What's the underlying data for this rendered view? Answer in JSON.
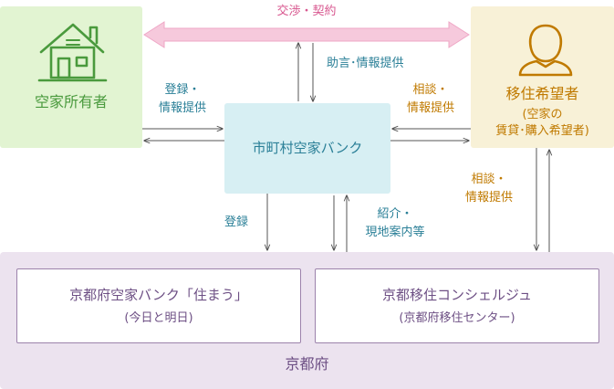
{
  "colors": {
    "owner_text": "#4a9a3d",
    "mover_text": "#c07a00",
    "bank_text": "#2a7f97",
    "kyoto_text": "#6d4f84",
    "negotiation_arrow": "#f6c9dc",
    "negotiation_text": "#d8578f",
    "line": "#555555"
  },
  "nodes": {
    "owner": {
      "label": "空家所有者",
      "icon": "house-icon"
    },
    "mover": {
      "label": "移住希望者",
      "sub1": "(空家の",
      "sub2": "賃貸･購入希望者)",
      "icon": "person-icon"
    },
    "bank": {
      "label": "市町村空家バンク"
    },
    "kyoto": {
      "label": "京都府"
    },
    "sumau": {
      "label": "京都府空家バンク「住まう」",
      "sub": "(今日と明日)"
    },
    "concierge": {
      "label": "京都移住コンシェルジュ",
      "sub": "(京都府移住センター)"
    }
  },
  "edges": {
    "negotiation": "交渉・契約",
    "advice": "助言･情報提供",
    "owner_to_bank_1": "登録・",
    "owner_to_bank_2": "情報提供",
    "mover_to_bank_1": "相談・",
    "mover_to_bank_2": "情報提供",
    "mover_to_kyoto_1": "相談・",
    "mover_to_kyoto_2": "情報提供",
    "bank_to_kyoto": "登録",
    "kyoto_to_bank_1": "紹介・",
    "kyoto_to_bank_2": "現地案内等"
  }
}
